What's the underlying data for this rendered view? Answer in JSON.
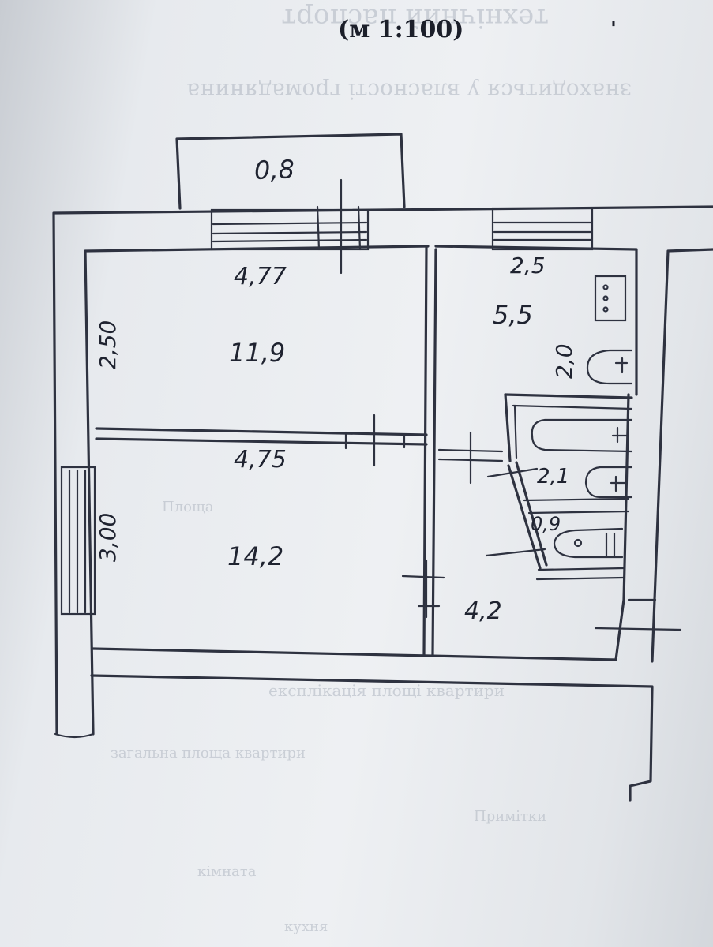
{
  "scale_label": "(м   1:100)",
  "scale_mark": "'",
  "header_fragment": "технічний паспорт",
  "ghost_lines": [
    "знаходиться у власності громадянина",
    "експлікація площі квартири",
    "загальна площа квартири",
    "Площа",
    "Примітки",
    "кімната",
    "кухня"
  ],
  "plan": {
    "balcony_area": "0,8",
    "room_top": {
      "width": "4,77",
      "depth": "2,50",
      "area": "11,9"
    },
    "room_bottom": {
      "width": "4,75",
      "depth": "3,00",
      "area": "14,2"
    },
    "kitchen": {
      "width": "2,5",
      "area": "5,5",
      "depth": "2,0"
    },
    "bathroom": {
      "area": "2,1"
    },
    "toilet": {
      "area": "0,9"
    },
    "hall": {
      "area": "4,2"
    }
  }
}
